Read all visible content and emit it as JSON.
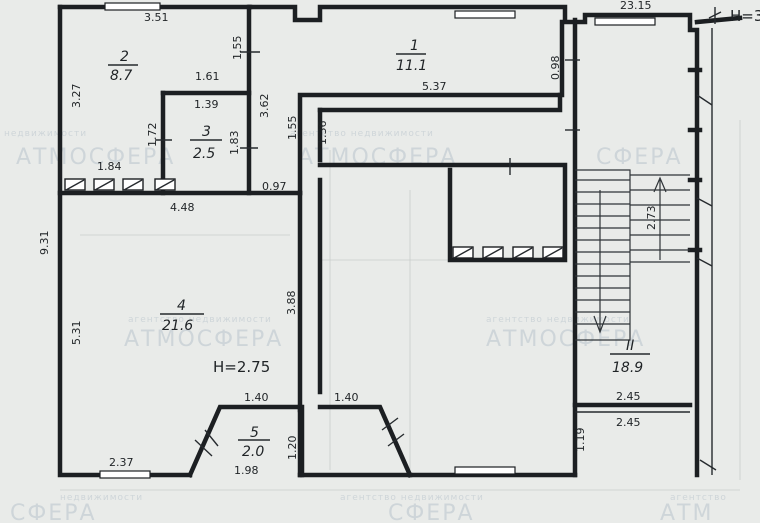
{
  "rooms": [
    {
      "number": "1",
      "area": "11.1"
    },
    {
      "number": "2",
      "area": "8.7"
    },
    {
      "number": "3",
      "area": "2.5"
    },
    {
      "number": "4",
      "area": "21.6"
    },
    {
      "number": "5",
      "area": "2.0"
    },
    {
      "number": "II",
      "area": "18.9"
    }
  ],
  "ceiling": {
    "main": "H=2.75",
    "edge": "H=3"
  },
  "dimensions": {
    "d_23_15": "23.15",
    "d_3_51": "3.51",
    "d_1_55_a": "1.55",
    "d_1_61": "1.61",
    "d_3_27": "3.27",
    "d_1_39": "1.39",
    "d_1_72": "1.72",
    "d_1_83": "1.83",
    "d_3_62": "3.62",
    "d_1_84": "1.84",
    "d_0_97": "0.97",
    "d_4_48": "4.48",
    "d_1_55_b": "1.55",
    "d_1_36": "1.36",
    "d_5_37": "5.37",
    "d_0_98": "0.98",
    "d_9_31": "9.31",
    "d_5_31": "5.31",
    "d_3_88": "3.88",
    "d_1_40_a": "1.40",
    "d_1_40_b": "1.40",
    "d_1_20": "1.20",
    "d_2_37": "2.37",
    "d_1_98": "1.98",
    "d_2_73": "2.73",
    "d_2_45_a": "2.45",
    "d_2_45_b": "2.45",
    "d_1_19": "1.19"
  },
  "watermark": {
    "brand": "АТМОСФЕРА",
    "brand_short": "СФЕРА",
    "brand_partial": "АТМ",
    "tagline": "агентство недвижимости",
    "tagline_short": "недвижимости",
    "tagline_agency": "агентство"
  }
}
